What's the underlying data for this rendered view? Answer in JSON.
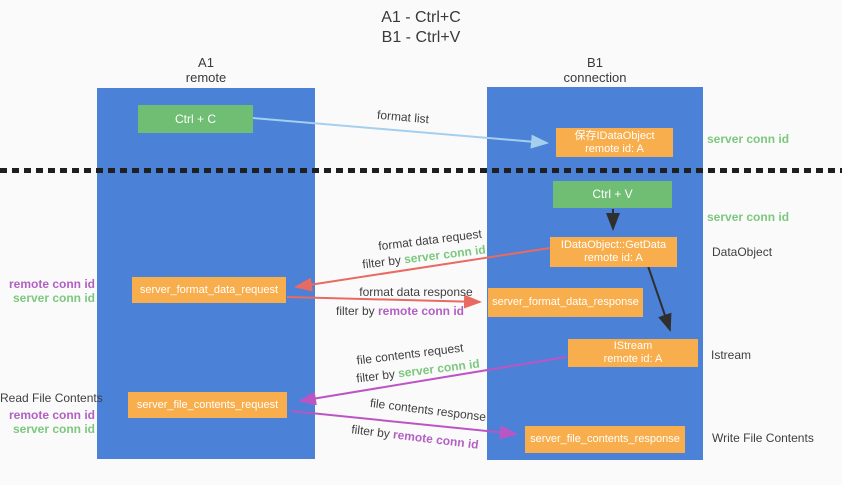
{
  "title": {
    "line1": "A1 - Ctrl+C",
    "line2": "B1 - Ctrl+V"
  },
  "lanes": {
    "a": {
      "header_line1": "A1",
      "header_line2": "remote"
    },
    "b": {
      "header_line1": "B1",
      "header_line2": "connection"
    }
  },
  "nodes": {
    "ctrl_c": "Ctrl + C",
    "ctrl_v": "Ctrl + V",
    "save_dataobject": {
      "line1": "保存IDataObject",
      "line2": "remote id: A"
    },
    "getdata": {
      "line1": "IDataObject::GetData",
      "line2": "remote id: A"
    },
    "istream": {
      "line1": "IStream",
      "line2": "remote id: A"
    },
    "format_request": "server_format_data_request",
    "format_response": "server_format_data_response",
    "file_request": "server_file_contents_request",
    "file_response": "server_file_contents_response"
  },
  "flow_labels": {
    "format_list": "format list",
    "format_data_request": "format data request",
    "format_data_response": "format data response",
    "file_contents_request": "file contents request",
    "file_contents_response": "file contents response",
    "filter_by": "filter by ",
    "server_conn_id": "server conn id",
    "remote_conn_id": "remote conn id"
  },
  "side_labels": {
    "left": {
      "remote_conn_id": "remote conn id",
      "server_conn_id": "server conn id",
      "read_file_contents": "Read File Contents"
    },
    "right": {
      "server_conn_id_top": "server conn id",
      "server_conn_id_mid": "server conn id",
      "dataobject": "DataObject",
      "istream": "Istream",
      "write_file_contents": "Write File Contents"
    }
  },
  "colors": {
    "background": "#FAFAFA",
    "lane_fill": "#4B81D6",
    "green_node": "#6FBE74",
    "orange_node": "#F8AE4C",
    "arrow_blue": "#A5CFEE",
    "arrow_red": "#E96A60",
    "arrow_purple": "#BC55C4",
    "arrow_black": "#2F2F2F",
    "label_green": "#7CC87F",
    "label_purple": "#B35FC4",
    "text_dark": "#3F3F3F"
  }
}
